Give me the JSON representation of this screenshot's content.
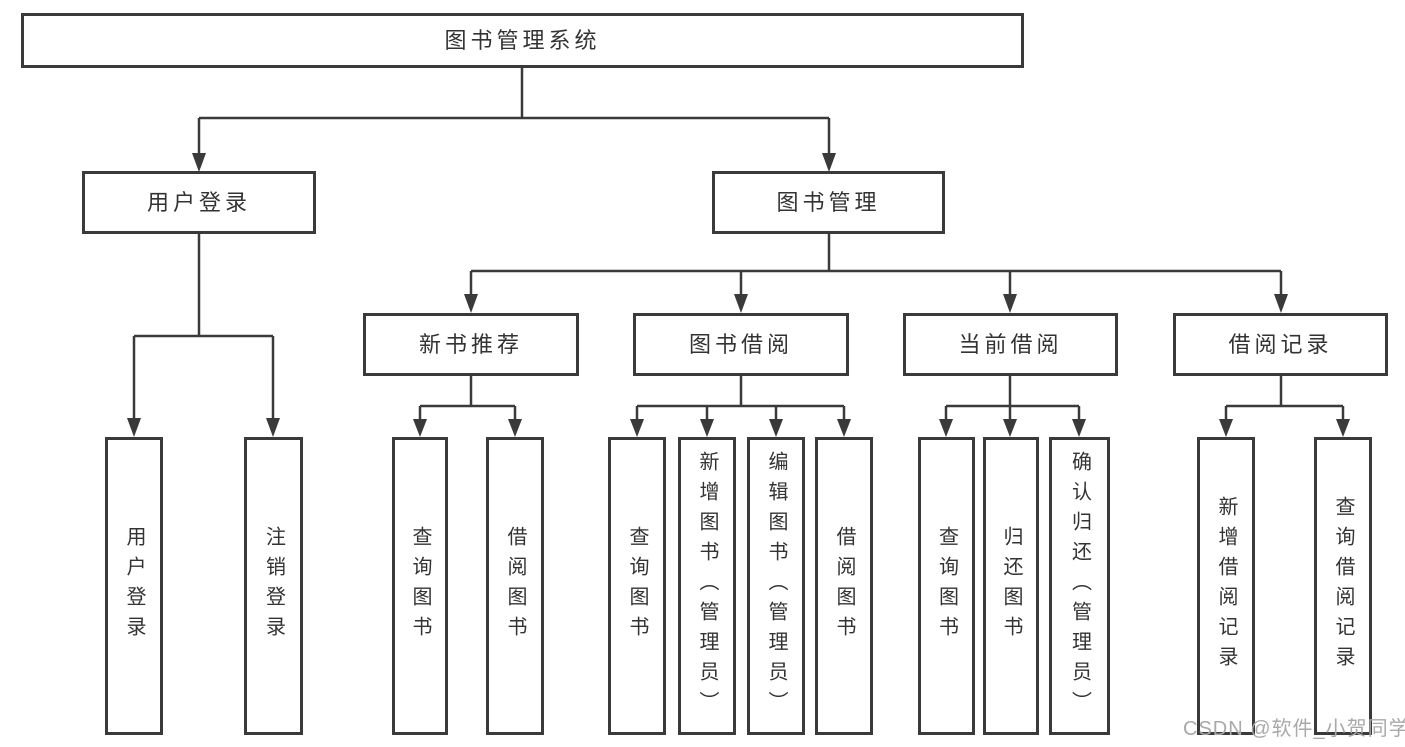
{
  "diagram": {
    "type": "tree",
    "title": "图书管理系统",
    "colors": {
      "line": "#3a3a3a",
      "text": "#333333",
      "box_background": "#ffffff",
      "page_background": "#ffffff",
      "watermark": "#a9a9a9"
    },
    "tree": {
      "label": "图书管理系统",
      "children": [
        {
          "label": "用户登录",
          "children": [
            {
              "label": "用户登录"
            },
            {
              "label": "注销登录"
            }
          ]
        },
        {
          "label": "图书管理",
          "children": [
            {
              "label": "新书推荐",
              "children": [
                {
                  "label": "查询图书"
                },
                {
                  "label": "借阅图书"
                }
              ]
            },
            {
              "label": "图书借阅",
              "children": [
                {
                  "label": "查询图书"
                },
                {
                  "label": "新增图书（管理员）"
                },
                {
                  "label": "编辑图书（管理员）"
                },
                {
                  "label": "借阅图书"
                }
              ]
            },
            {
              "label": "当前借阅",
              "children": [
                {
                  "label": "查询图书"
                },
                {
                  "label": "归还图书"
                },
                {
                  "label": "确认归还（管理员）"
                }
              ]
            },
            {
              "label": "借阅记录",
              "children": [
                {
                  "label": "新增借阅记录"
                },
                {
                  "label": "查询借阅记录"
                }
              ]
            }
          ]
        }
      ]
    },
    "watermark": "CSDN @软件_小贺同学"
  }
}
